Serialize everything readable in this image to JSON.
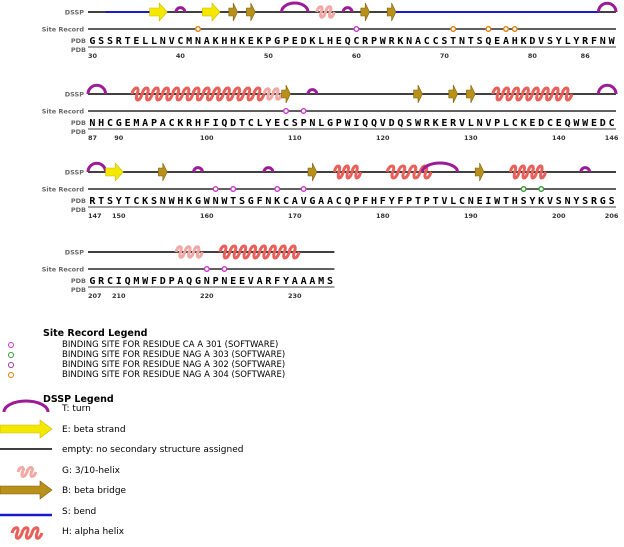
{
  "labels": {
    "dssp": "DSSP",
    "site": "Site Record",
    "pdb": "PDB"
  },
  "colors": {
    "turn": "#9b1c96",
    "strand": "#f5e800",
    "strand_edge": "#c9b800",
    "bridge": "#b8901a",
    "bridge_edge": "#7d6010",
    "bend": "#1a1ac8",
    "helix": "#e8605a",
    "helix310": "#f2a8a4",
    "site_ca301": "#cc33cc",
    "site_nag303": "#339933",
    "site_nag302": "#993399",
    "site_nag304": "#e07b00"
  },
  "rows": [
    {
      "sequence": "GSSRTELLNVCMNAKHHKEKPGPEDKLHEQCRPWRKNACCSTNTSQEAHKDVSYLYRFNW",
      "start_label": "PDB",
      "numbers": [
        "30",
        "40",
        "50",
        "60",
        "70",
        "80",
        "86"
      ],
      "dssp": [
        [
          "bend",
          2,
          7
        ],
        [
          "strand",
          7,
          9
        ],
        [
          "turn",
          10,
          11
        ],
        [
          "strand",
          13,
          15
        ],
        [
          "bridge",
          16,
          17
        ],
        [
          "bridge",
          18,
          19
        ],
        [
          "turn",
          22,
          25
        ],
        [
          "helix310",
          26,
          28
        ],
        [
          "turn",
          29,
          30
        ],
        [
          "bridge",
          31,
          32
        ],
        [
          "bridge",
          34,
          35
        ],
        [
          "bend",
          35,
          58
        ],
        [
          "turn",
          58,
          60
        ]
      ],
      "sites": [
        [
          "nag304",
          12
        ],
        [
          "ca301",
          30
        ],
        [
          "nag304",
          41
        ],
        [
          "nag304",
          45
        ],
        [
          "nag304",
          47
        ],
        [
          "nag304",
          48
        ]
      ]
    },
    {
      "sequence": "NHCGEMAPACKRHFIQDTCLYECSPNLGPWIQQVDQSWRKERVLNVPLCKEDCEQWWEDC",
      "start_label": "PDB",
      "numbers": [
        "87",
        "90",
        "100",
        "110",
        "120",
        "130",
        "140",
        "146"
      ],
      "dssp": [
        [
          "turn",
          0,
          2
        ],
        [
          "helix",
          5,
          20
        ],
        [
          "helix310",
          20,
          22
        ],
        [
          "bridge",
          22,
          23
        ],
        [
          "turn",
          25,
          26
        ],
        [
          "bridge",
          37,
          38
        ],
        [
          "bridge",
          41,
          42
        ],
        [
          "bridge",
          43,
          44
        ],
        [
          "helix",
          46,
          55
        ],
        [
          "turn",
          58,
          60
        ]
      ],
      "sites": [
        [
          "ca301",
          22
        ],
        [
          "ca301",
          24
        ]
      ]
    },
    {
      "sequence": "RTSYTCKSNWHKGWNWTSGFNKCAVGAACQPFHFYFPTPTVLCNEIWTHSYKVSNYSRGS",
      "start_label": "PDB",
      "numbers": [
        "147",
        "150",
        "160",
        "170",
        "180",
        "190",
        "200",
        "206"
      ],
      "dssp": [
        [
          "turn",
          0,
          2
        ],
        [
          "strand",
          2,
          4
        ],
        [
          "bridge",
          8,
          9
        ],
        [
          "turn",
          12,
          13
        ],
        [
          "turn",
          20,
          21
        ],
        [
          "bridge",
          25,
          26
        ],
        [
          "helix",
          28,
          31
        ],
        [
          "helix",
          34,
          39
        ],
        [
          "turn",
          38,
          42
        ],
        [
          "bridge",
          44,
          45
        ],
        [
          "helix",
          48,
          52
        ],
        [
          "turn",
          56,
          57
        ]
      ],
      "sites": [
        [
          "ca301",
          14
        ],
        [
          "ca301",
          16
        ],
        [
          "ca301",
          21
        ],
        [
          "ca301",
          24
        ],
        [
          "nag303",
          49
        ],
        [
          "nag303",
          51
        ]
      ]
    },
    {
      "sequence": "GRCIQMWFDPAQGNPNEEVARFYAAAMS",
      "start_label": "PDB",
      "numbers": [
        "207",
        "210",
        "220",
        "230"
      ],
      "dssp": [
        [
          "helix310",
          10,
          13
        ],
        [
          "helix",
          15,
          24
        ]
      ],
      "sites": [
        [
          "ca301",
          13
        ],
        [
          "ca301",
          15
        ]
      ]
    }
  ],
  "site_legend": {
    "title": "Site Record Legend",
    "items": [
      {
        "key": "ca301",
        "text": "BINDING SITE FOR RESIDUE CA A 301 (SOFTWARE)"
      },
      {
        "key": "nag303",
        "text": "BINDING SITE FOR RESIDUE NAG A 303 (SOFTWARE)"
      },
      {
        "key": "nag302",
        "text": "BINDING SITE FOR RESIDUE NAG A 302 (SOFTWARE)"
      },
      {
        "key": "nag304",
        "text": "BINDING SITE FOR RESIDUE NAG A 304 (SOFTWARE)"
      }
    ]
  },
  "dssp_legend": {
    "title": "DSSP Legend",
    "items": [
      {
        "key": "turn",
        "text": "T: turn"
      },
      {
        "key": "strand",
        "text": "E: beta strand"
      },
      {
        "key": "empty",
        "text": "empty: no secondary structure assigned"
      },
      {
        "key": "helix310",
        "text": "G: 3/10-helix"
      },
      {
        "key": "bridge",
        "text": "B: beta bridge"
      },
      {
        "key": "bend",
        "text": "S: bend"
      },
      {
        "key": "helix",
        "text": "H: alpha helix"
      }
    ]
  }
}
